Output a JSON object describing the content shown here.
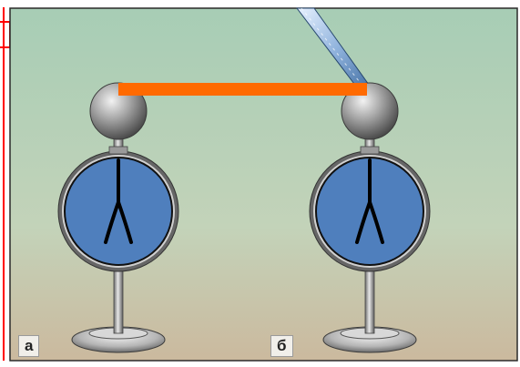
{
  "figure": {
    "labels": {
      "left": "а",
      "right": "б"
    },
    "colors": {
      "background_top": "#a7cdb5",
      "background_bottom": "#c9bca3",
      "conductor_rod": "#ff6a00",
      "dial_face": "#4f7fbd",
      "leaves": "#000000",
      "metal": "#9a9a9a",
      "frame_accent": "#ff0000"
    },
    "electroscopes": [
      {
        "id": "a",
        "leaves_state": "diverged"
      },
      {
        "id": "b",
        "leaves_state": "diverged"
      }
    ],
    "icons": [
      "electroscope-a",
      "electroscope-b",
      "conducting-rod",
      "glass-rod"
    ]
  }
}
